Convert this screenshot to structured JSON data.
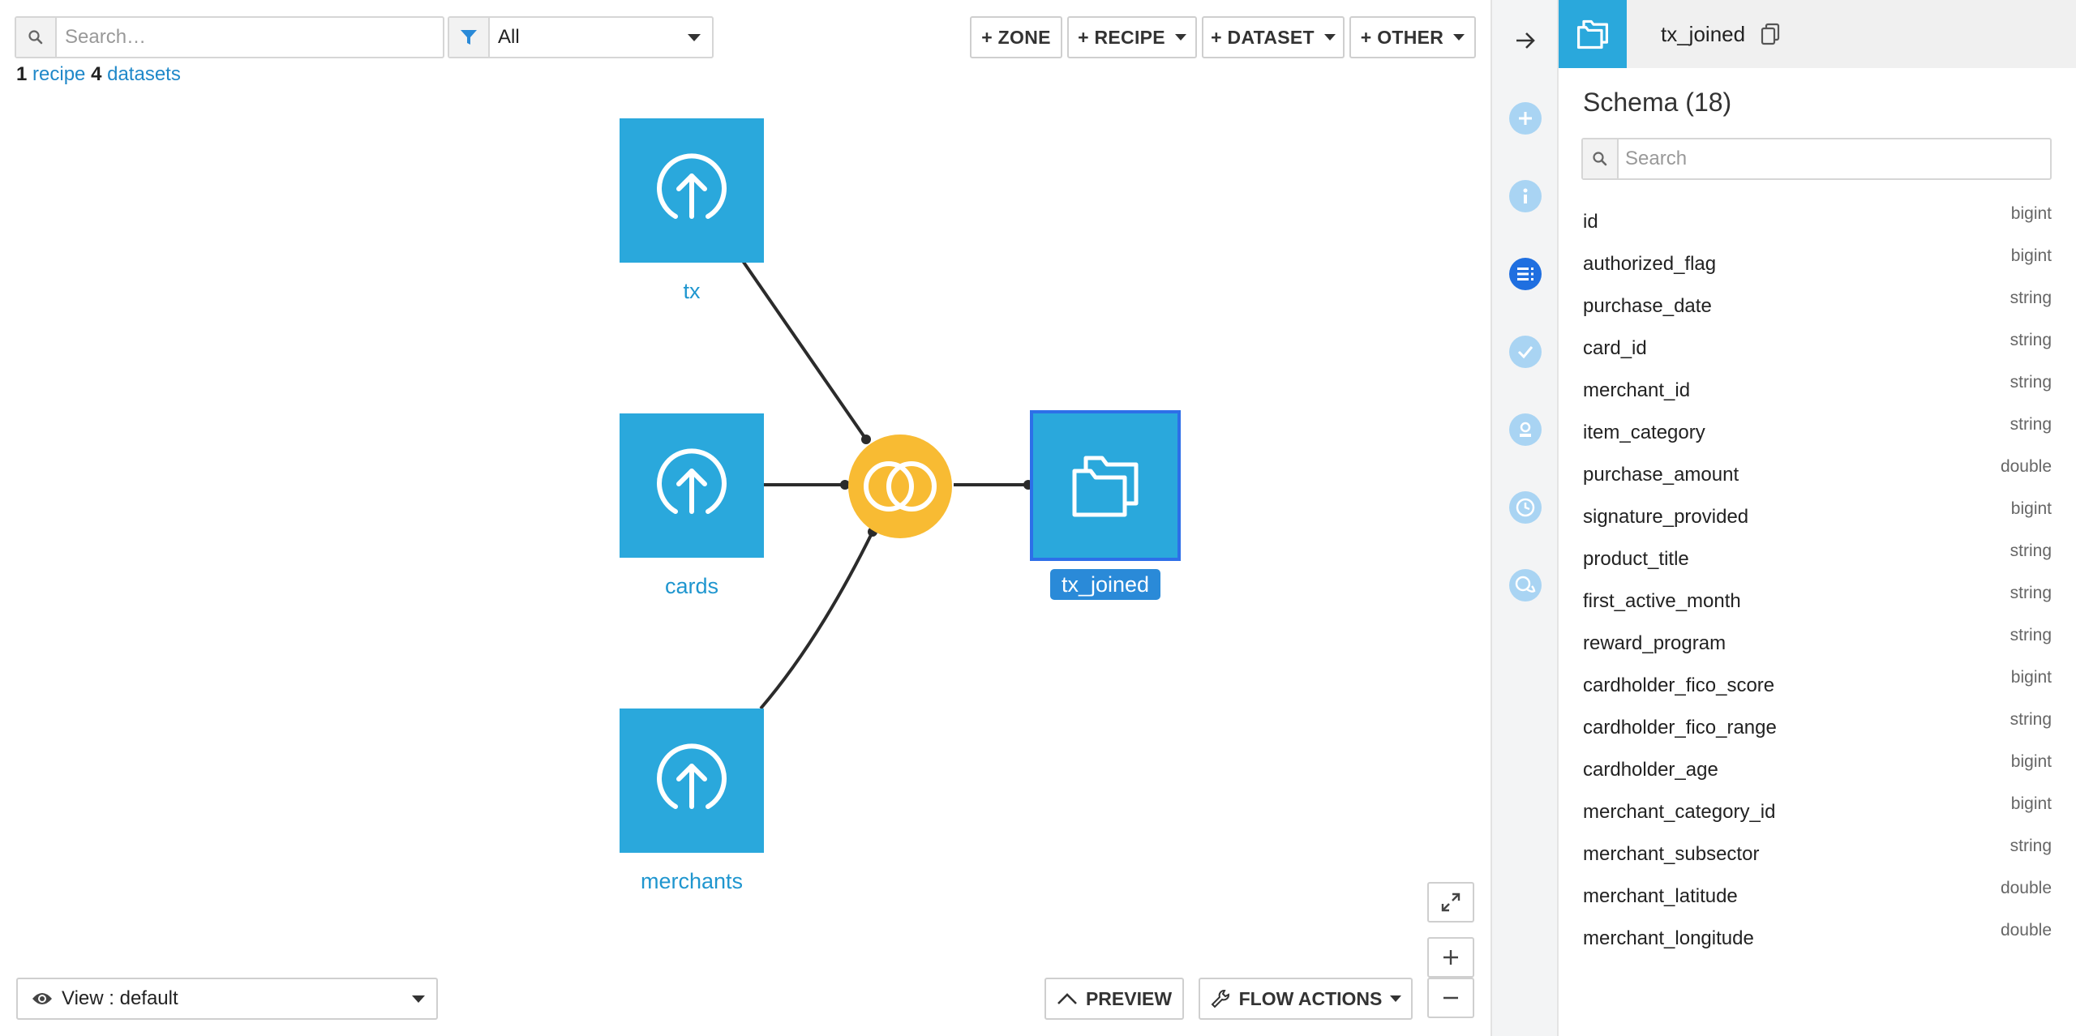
{
  "toolbar": {
    "search_placeholder": "Search…",
    "filter_value": "All",
    "counts": {
      "recipe_count": "1",
      "recipe_label": "recipe",
      "dataset_count": "4",
      "dataset_label": "datasets"
    },
    "buttons": {
      "zone": "+ ZONE",
      "recipe": "+ RECIPE",
      "dataset": "+ DATASET",
      "other": "+ OTHER"
    }
  },
  "flow": {
    "datasets": [
      {
        "name": "tx",
        "icon": "upload-icon"
      },
      {
        "name": "cards",
        "icon": "upload-icon"
      },
      {
        "name": "merchants",
        "icon": "upload-icon"
      },
      {
        "name": "tx_joined",
        "icon": "folder-icon",
        "selected": true
      }
    ],
    "recipe": {
      "type": "join",
      "icon": "join-icon",
      "color": "#f8bb33"
    },
    "dataset_color": "#2aa8dc"
  },
  "bottom": {
    "view_label": "View : default",
    "preview_label": "PREVIEW",
    "flow_actions_label": "FLOW ACTIONS"
  },
  "rail": {
    "icons": [
      "arrow-right-icon",
      "plus-icon",
      "info-icon",
      "schema-list-icon",
      "check-icon",
      "lab-icon",
      "clock-icon",
      "discussion-icon"
    ],
    "active": "schema-list-icon"
  },
  "panel": {
    "title": "tx_joined",
    "schema_title": "Schema (18)",
    "search_placeholder": "Search",
    "columns": [
      {
        "name": "id",
        "type": "bigint"
      },
      {
        "name": "authorized_flag",
        "type": "bigint"
      },
      {
        "name": "purchase_date",
        "type": "string"
      },
      {
        "name": "card_id",
        "type": "string"
      },
      {
        "name": "merchant_id",
        "type": "string"
      },
      {
        "name": "item_category",
        "type": "string"
      },
      {
        "name": "purchase_amount",
        "type": "double"
      },
      {
        "name": "signature_provided",
        "type": "bigint"
      },
      {
        "name": "product_title",
        "type": "string"
      },
      {
        "name": "first_active_month",
        "type": "string"
      },
      {
        "name": "reward_program",
        "type": "string"
      },
      {
        "name": "cardholder_fico_score",
        "type": "bigint"
      },
      {
        "name": "cardholder_fico_range",
        "type": "string"
      },
      {
        "name": "cardholder_age",
        "type": "bigint"
      },
      {
        "name": "merchant_category_id",
        "type": "bigint"
      },
      {
        "name": "merchant_subsector",
        "type": "string"
      },
      {
        "name": "merchant_latitude",
        "type": "double"
      },
      {
        "name": "merchant_longitude",
        "type": "double"
      }
    ]
  }
}
